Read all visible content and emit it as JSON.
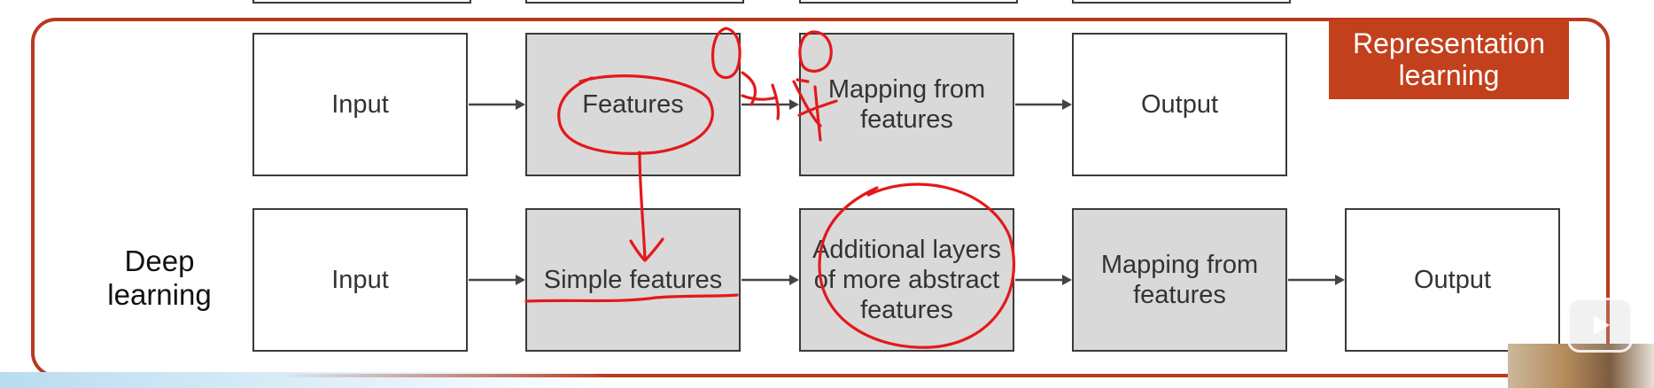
{
  "badge": {
    "label": "Representation learning"
  },
  "row1": {
    "input": "Input",
    "features": "Features",
    "mapping": "Mapping from features",
    "output": "Output"
  },
  "row2": {
    "label": "Deep learning",
    "input": "Input",
    "simple_features": "Simple features",
    "additional_layers": "Additional layers of more abstract features",
    "mapping": "Mapping from features",
    "output": "Output"
  },
  "colors": {
    "frame_border": "#b83a1f",
    "badge_bg": "#c2401c",
    "shaded_box": "#d9d9d9",
    "annotation_ink": "#e3191b"
  },
  "icons": {
    "player_control": "play-icon"
  }
}
